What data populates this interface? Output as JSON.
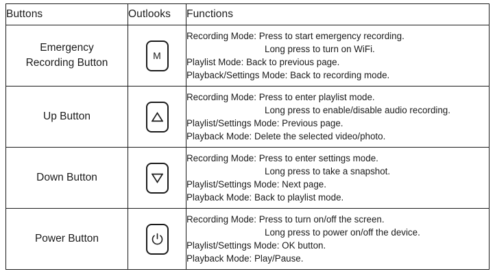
{
  "table": {
    "headers": [
      "Buttons",
      "Outlooks",
      "Functions"
    ],
    "rows": [
      {
        "name_lines": [
          "Emergency",
          "Recording Button"
        ],
        "icon": "key-m-icon",
        "icon_letter": "M",
        "functions": [
          {
            "text": "Recording Mode: Press to start emergency recording.",
            "indented": false
          },
          {
            "text": "Long press to turn on WiFi.",
            "indented": true
          },
          {
            "text": "Playlist Mode: Back to previous page.",
            "indented": false
          },
          {
            "text": "Playback/Settings Mode: Back to recording mode.",
            "indented": false
          }
        ]
      },
      {
        "name_lines": [
          "Up Button"
        ],
        "icon": "key-up-triangle-icon",
        "icon_letter": "",
        "functions": [
          {
            "text": "Recording Mode: Press to enter playlist mode.",
            "indented": false
          },
          {
            "text": "Long press to enable/disable audio recording.",
            "indented": true
          },
          {
            "text": "Playlist/Settings Mode: Previous page.",
            "indented": false
          },
          {
            "text": "Playback Mode: Delete the selected video/photo.",
            "indented": false
          }
        ]
      },
      {
        "name_lines": [
          "Down Button"
        ],
        "icon": "key-down-triangle-icon",
        "icon_letter": "",
        "functions": [
          {
            "text": "Recording Mode: Press to enter settings mode.",
            "indented": false
          },
          {
            "text": "Long press to take a snapshot.",
            "indented": true
          },
          {
            "text": "Playlist/Settings Mode: Next page.",
            "indented": false
          },
          {
            "text": "Playback Mode: Back to playlist mode.",
            "indented": false
          }
        ]
      },
      {
        "name_lines": [
          "Power Button"
        ],
        "icon": "key-power-icon",
        "icon_letter": "",
        "functions": [
          {
            "text": "Recording Mode: Press to turn on/off the screen.",
            "indented": false
          },
          {
            "text": "Long press to power on/off the device.",
            "indented": true
          },
          {
            "text": "Playlist/Settings Mode: OK button.",
            "indented": false
          },
          {
            "text": "Playback Mode: Play/Pause.",
            "indented": false
          }
        ]
      }
    ]
  },
  "colors": {
    "border": "#1a1a1a",
    "text": "#1a1a1a",
    "background": "#ffffff"
  }
}
